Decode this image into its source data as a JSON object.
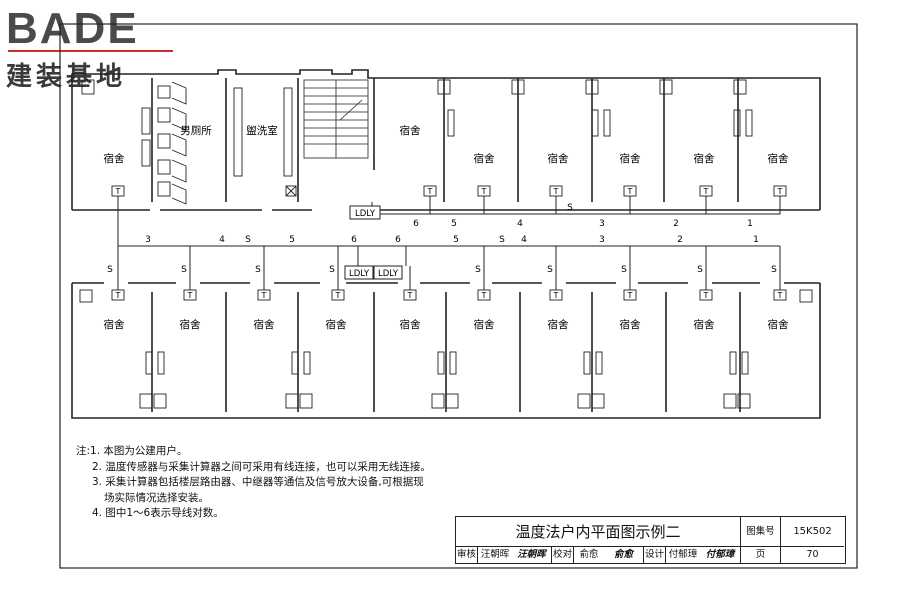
{
  "logo": {
    "brand": "BADE",
    "tagline": "建装基地"
  },
  "rooms": {
    "dorm": "宿舍",
    "toilet": "男厕所",
    "washroom": "盥洗室"
  },
  "devices": {
    "sensor": "T",
    "collector": "LDLY",
    "wireless": "S"
  },
  "wire_counts_top": [
    "6",
    "5",
    "4",
    "3",
    "2",
    "1"
  ],
  "wire_counts_corridor_left": [
    "3",
    "4",
    "5",
    "6"
  ],
  "wire_counts_corridor_right": [
    "6",
    "5",
    "4",
    "3",
    "2",
    "1"
  ],
  "notes": {
    "prefix": "注:",
    "items": [
      "1. 本图为公建用户。",
      "2. 温度传感器与采集计算器之间可采用有线连接，也可以采用无线连接。",
      "3. 采集计算器包括楼层路由器、中继器等通信及信号放大设备,可根据现",
      "场实际情况选择安装。",
      "4. 图中1～6表示导线对数。"
    ]
  },
  "title_block": {
    "title": "温度法户内平面图示例二",
    "atlas_label": "图集号",
    "atlas_no": "15K502",
    "review_label": "审核",
    "reviewer": "汪朝晖",
    "reviewer_sig": "汪朝晖",
    "check_label": "校对",
    "checker": "俞愈",
    "checker_sig": "俞愈",
    "design_label": "设计",
    "designer": "付郁璋",
    "designer_sig": "付郁璋",
    "page_label": "页",
    "page_no": "70"
  },
  "colors": {
    "line": "#222222",
    "logo_gray": "#4a4a4a",
    "logo_red": "#c9302c"
  }
}
